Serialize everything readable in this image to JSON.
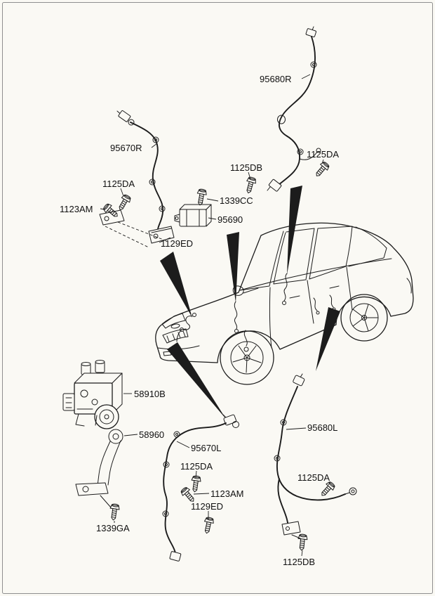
{
  "page": {
    "background": "#faf9f4",
    "border_color": "#8f8f8f",
    "line_color": "#1c1c1c",
    "label_color": "#101010"
  },
  "labels": {
    "p95680R": "95680R",
    "p95670R": "95670R",
    "p1125DA_top_left": "1125DA",
    "p1123AM_left": "1123AM",
    "p1339CC": "1339CC",
    "p95690": "95690",
    "p1129ED_left": "1129ED",
    "p1125DB_top": "1125DB",
    "p1125DA_top_right": "1125DA",
    "p58910B": "58910B",
    "p58960": "58960",
    "p95670L": "95670L",
    "p1125DA_bottom_mid": "1125DA",
    "p1123AM_bottom": "1123AM",
    "p1129ED_bottom": "1129ED",
    "p1339GA": "1339GA",
    "p95680L": "95680L",
    "p1125DA_bottom_right": "1125DA",
    "p1125DB_bottom": "1125DB"
  }
}
